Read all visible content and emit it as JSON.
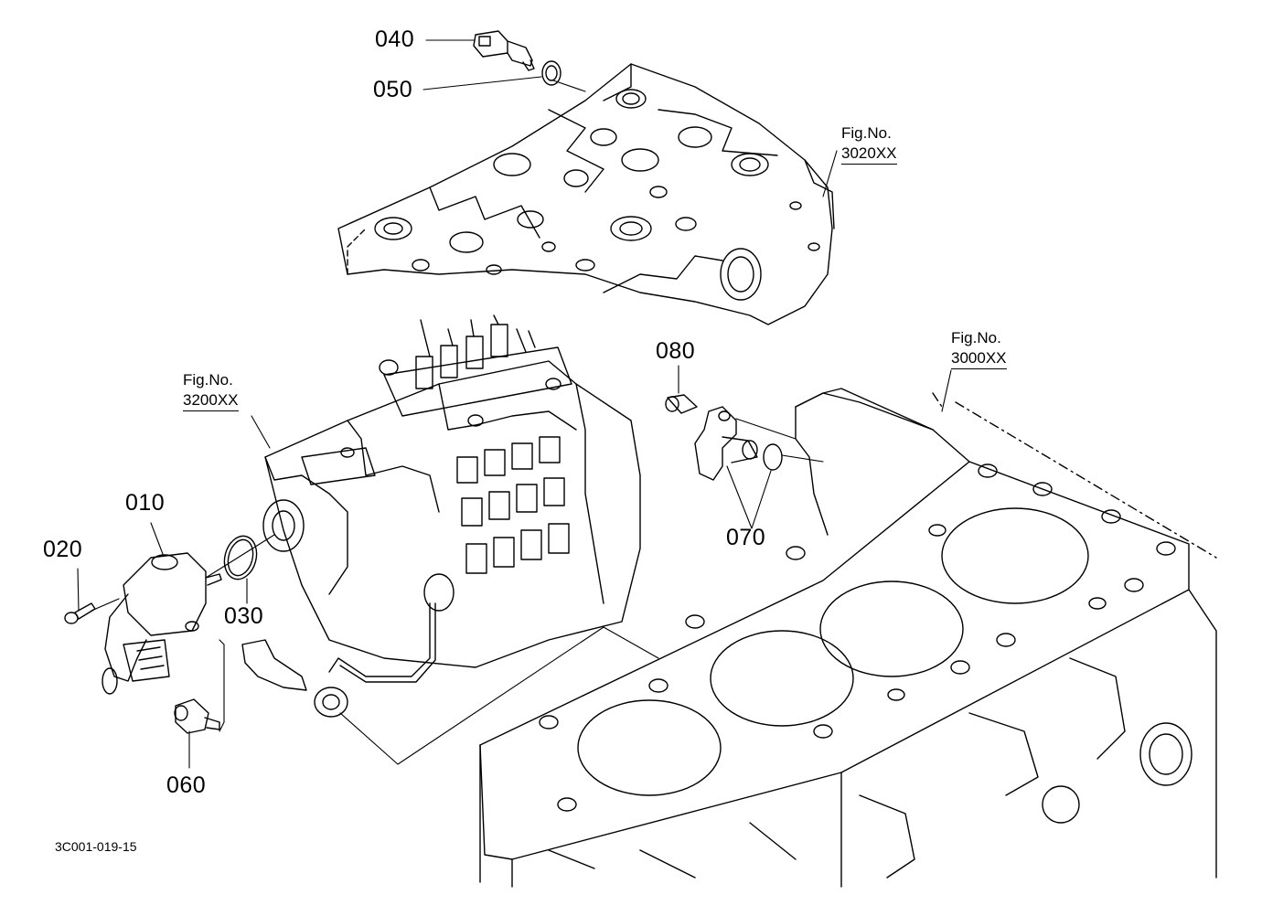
{
  "parts": [
    {
      "id": "040"
    },
    {
      "id": "050"
    },
    {
      "id": "080"
    },
    {
      "id": "010"
    },
    {
      "id": "020"
    },
    {
      "id": "030"
    },
    {
      "id": "070"
    },
    {
      "id": "060"
    }
  ],
  "figure_refs": [
    {
      "label": "Fig.No.",
      "code": "3020XX"
    },
    {
      "label": "Fig.No.",
      "code": "3000XX"
    },
    {
      "label": "Fig.No.",
      "code": "3200XX"
    }
  ],
  "drawing_id": "3C001-019-15"
}
